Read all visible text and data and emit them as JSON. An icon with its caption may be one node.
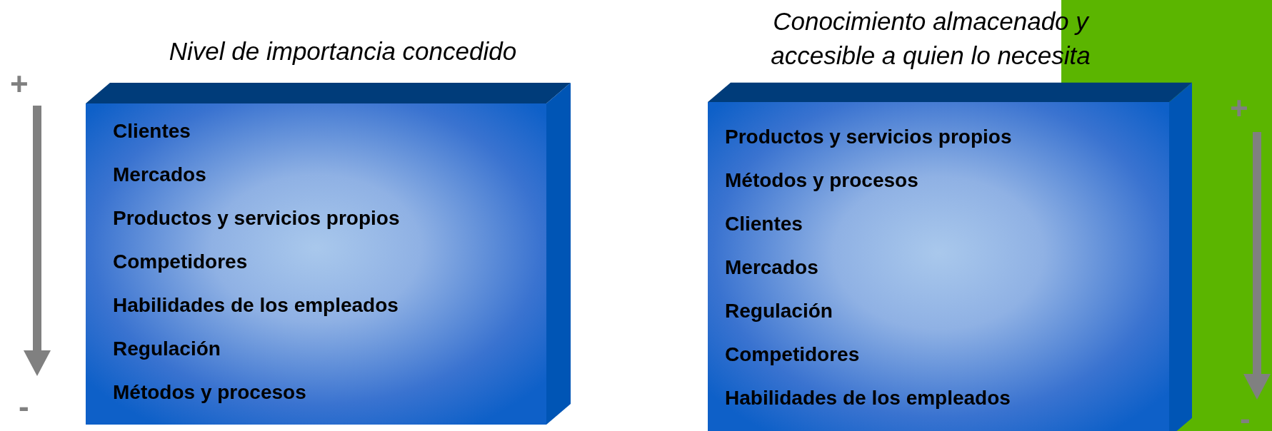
{
  "diagram": {
    "nodes": [
      {
        "text": [
          "Nivel de importancia concedido",
          "Clientes",
          "Mercados",
          "Productos y servicios propios",
          "Competidores",
          "Habilidades de los empleados",
          "Regulación",
          "Métodos y procesos"
        ]
      },
      {
        "text": [
          "Conocimiento almacenado y accesible a quien lo necesita",
          "Productos y servicios propios",
          "Métodos y procesos",
          "Clientes",
          "Mercados",
          "Regulación",
          "Competidores",
          "Habilidades de los empleados"
        ]
      }
    ],
    "labels": [
      "+",
      "-",
      "+",
      "-"
    ]
  }
}
